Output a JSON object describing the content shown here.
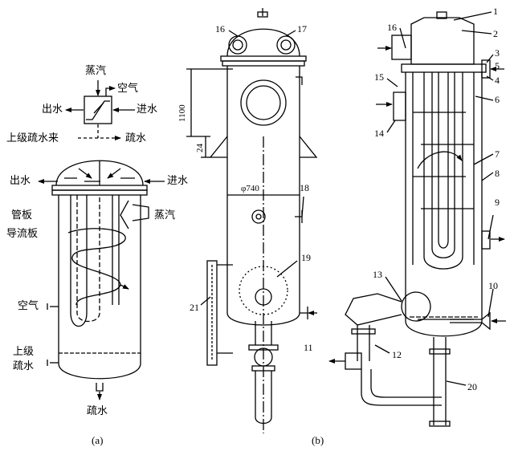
{
  "diagram_a": {
    "caption": "(a)",
    "symbol": {
      "steam": "蒸汽",
      "air": "空气",
      "water_out": "出水",
      "water_in": "进水",
      "upper_drain": "上级疏水来",
      "drain": "疏水"
    },
    "heater": {
      "water_out": "出水",
      "water_in": "进水",
      "tube_plate": "管板",
      "baffle": "导流板",
      "steam": "蒸汽",
      "air": "空气",
      "upper_drain_l1": "上级",
      "upper_drain_l2": "疏水",
      "drain": "疏水"
    }
  },
  "diagram_b": {
    "caption": "(b)",
    "dims": {
      "height": "1100",
      "gap": "24",
      "diameter": "φ740"
    },
    "labels": [
      "16",
      "17",
      "18",
      "19",
      "21",
      "11"
    ]
  },
  "diagram_c": {
    "labels": [
      "1",
      "2",
      "3",
      "5",
      "4",
      "6",
      "16",
      "15",
      "14",
      "7",
      "8",
      "9",
      "10",
      "13",
      "12",
      "20"
    ]
  }
}
